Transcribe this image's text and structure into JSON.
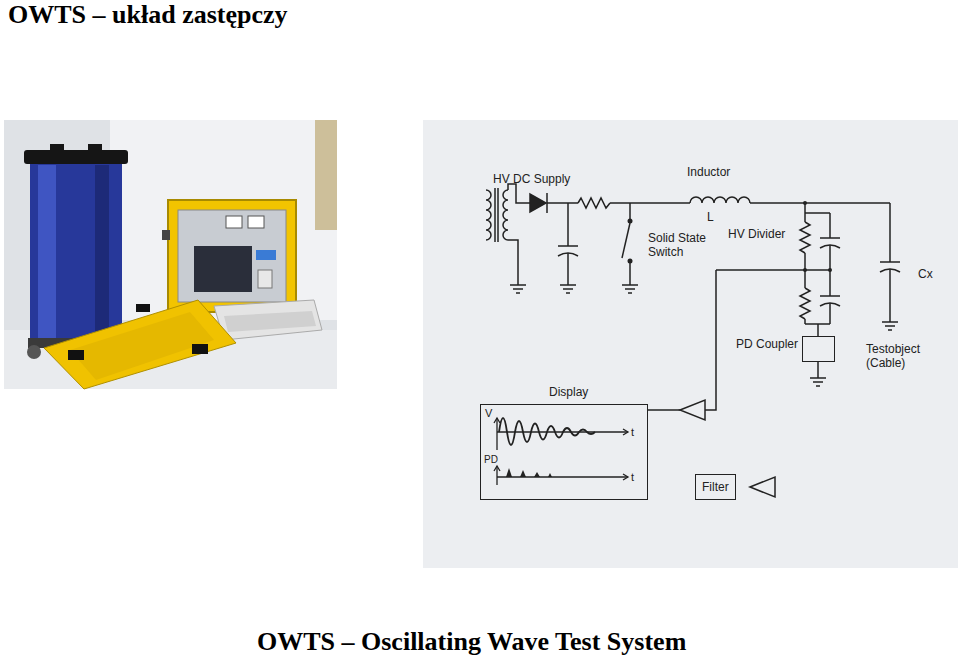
{
  "diagram": {
    "title": "OWTS – układ zastępczy",
    "caption": "OWTS – Oscillating Wave Test System",
    "nodes": [
      {
        "text": [
          "PD Coupler"
        ]
      },
      {
        "text": [
          "Display",
          "V",
          "t",
          "PD",
          "t"
        ]
      },
      {
        "text": [
          "Filter"
        ]
      }
    ],
    "edges": [
      {
        "from": 0,
        "to": 2,
        "arrow": "none"
      },
      {
        "from": 2,
        "to": 1,
        "arrow": "none"
      }
    ],
    "labels": [
      "HV DC Supply",
      "Inductor",
      "L",
      "Solid State Switch",
      "HV Divider",
      "Cx",
      "Testobject (Cable)"
    ]
  }
}
